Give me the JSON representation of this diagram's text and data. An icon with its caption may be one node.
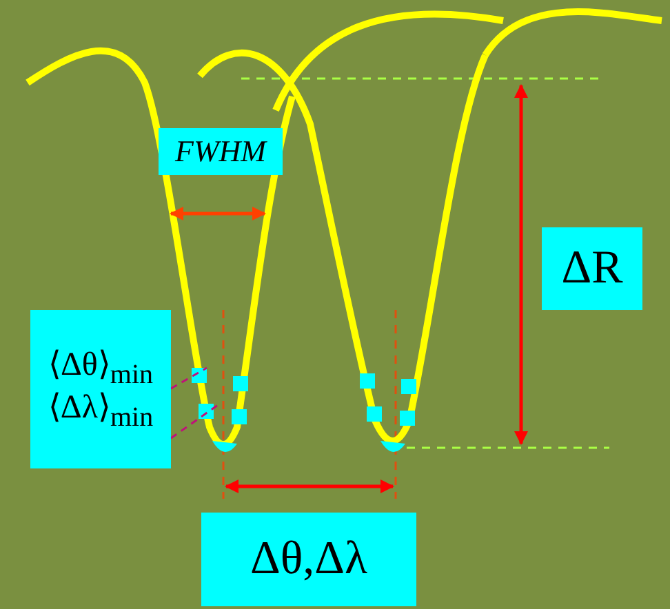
{
  "diagram": {
    "nodes": [
      {
        "text": [
          "FWHM"
        ]
      },
      {
        "text": [
          "ΔR"
        ]
      },
      {
        "text": [
          "⟨Δθ⟩$_{min}$",
          "⟨Δλ⟩$_{min}$"
        ]
      },
      {
        "text": [
          "Δθ,Δλ"
        ]
      }
    ],
    "edges": [
      {
        "from": 2,
        "to": null,
        "arrow": "none",
        "style": "dashed"
      },
      {
        "from": 2,
        "to": null,
        "arrow": "none",
        "style": "dashed"
      }
    ]
  }
}
